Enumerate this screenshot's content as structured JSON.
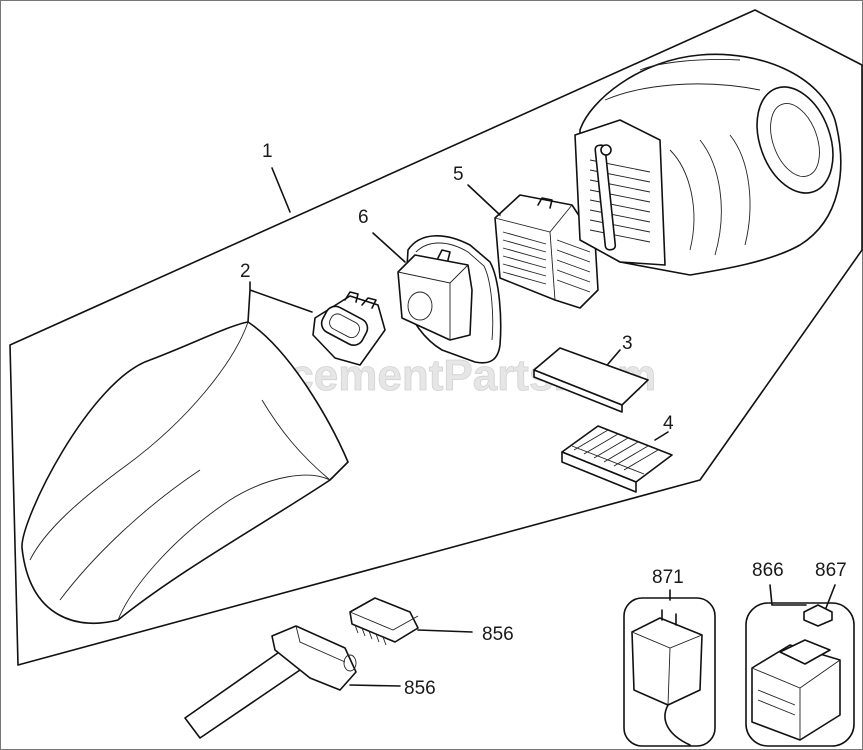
{
  "watermark": "eReplacementParts.com",
  "callouts": {
    "p1": "1",
    "p2": "2",
    "p3": "3",
    "p4": "4",
    "p5": "5",
    "p6": "6",
    "p856a": "856",
    "p856b": "856",
    "p871": "871",
    "p866": "866",
    "p867": "867"
  }
}
